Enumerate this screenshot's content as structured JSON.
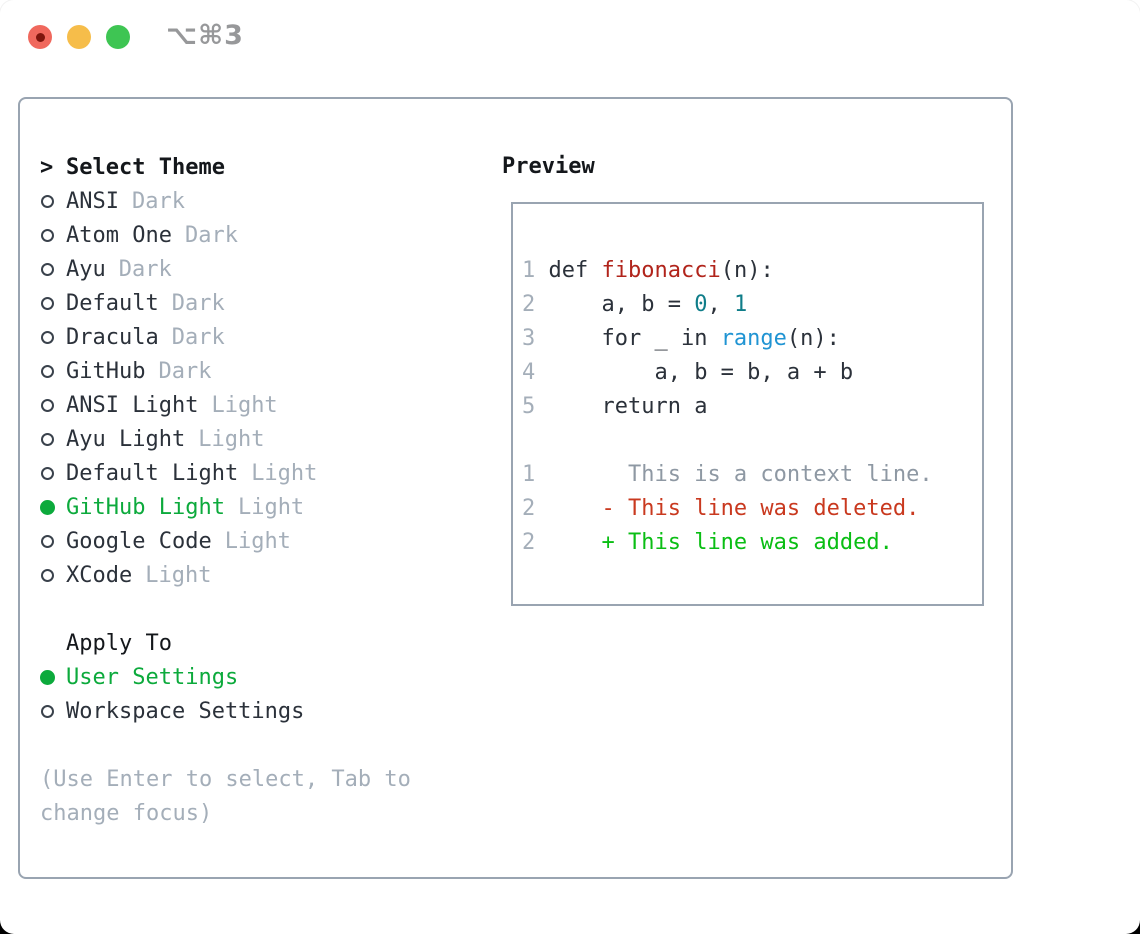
{
  "colors": {
    "ink": "#2b313a",
    "heading": "#14171b",
    "muted": "#a4aeb9",
    "context_gray": "#8e98a3",
    "border_gray": "#99a4b1",
    "ring_gray": "#3a424c",
    "selection_green": "#0caa3c",
    "diff_added_green": "#0abe14",
    "diff_deleted_red": "#c9391f",
    "function_red": "#b1241b",
    "number_teal": "#0f7d89",
    "builtin_blue": "#2094d3",
    "traffic_red": "#f0685d",
    "traffic_red_dot": "#7e150d",
    "traffic_yellow": "#f6bd4a",
    "traffic_green": "#3ec553",
    "shortcut_gray": "#97989a"
  },
  "window": {
    "shortcut_label": "⌥⌘3",
    "traffic_lights": [
      "close",
      "minimize",
      "zoom"
    ]
  },
  "theme_picker": {
    "cursor": ">",
    "title": "Select Theme",
    "items": [
      {
        "name": "ANSI",
        "variant": "Dark",
        "selected": false
      },
      {
        "name": "Atom One",
        "variant": "Dark",
        "selected": false
      },
      {
        "name": "Ayu",
        "variant": "Dark",
        "selected": false
      },
      {
        "name": "Default",
        "variant": "Dark",
        "selected": false
      },
      {
        "name": "Dracula",
        "variant": "Dark",
        "selected": false
      },
      {
        "name": "GitHub",
        "variant": "Dark",
        "selected": false
      },
      {
        "name": "ANSI Light",
        "variant": "Light",
        "selected": false
      },
      {
        "name": "Ayu Light",
        "variant": "Light",
        "selected": false
      },
      {
        "name": "Default Light",
        "variant": "Light",
        "selected": false
      },
      {
        "name": "GitHub Light",
        "variant": "Light",
        "selected": true
      },
      {
        "name": "Google Code",
        "variant": "Light",
        "selected": false
      },
      {
        "name": "XCode",
        "variant": "Light",
        "selected": false
      }
    ],
    "apply_to": {
      "title": "Apply To",
      "options": [
        {
          "label": "User Settings",
          "selected": true
        },
        {
          "label": "Workspace Settings",
          "selected": false
        }
      ]
    },
    "hint_lines": [
      "(Use Enter to select, Tab to",
      "change focus)"
    ]
  },
  "preview": {
    "title": "Preview",
    "lines": [
      {
        "num": "1",
        "tokens": [
          {
            "text": "def ",
            "style": "plain"
          },
          {
            "text": "fibonacci",
            "style": "function"
          },
          {
            "text": "(n):",
            "style": "plain"
          }
        ]
      },
      {
        "num": "2",
        "tokens": [
          {
            "text": "    a, b = ",
            "style": "plain"
          },
          {
            "text": "0",
            "style": "number"
          },
          {
            "text": ", ",
            "style": "plain"
          },
          {
            "text": "1",
            "style": "number"
          }
        ]
      },
      {
        "num": "3",
        "tokens": [
          {
            "text": "    for _ in ",
            "style": "plain"
          },
          {
            "text": "range",
            "style": "builtin"
          },
          {
            "text": "(n):",
            "style": "plain"
          }
        ]
      },
      {
        "num": "4",
        "tokens": [
          {
            "text": "        a, b = b, a + b",
            "style": "plain"
          }
        ]
      },
      {
        "num": "5",
        "tokens": [
          {
            "text": "    return a",
            "style": "plain"
          }
        ]
      },
      {
        "num": "",
        "tokens": []
      },
      {
        "num": "1",
        "tokens": [
          {
            "text": "      This is a context line.",
            "style": "context"
          }
        ]
      },
      {
        "num": "2",
        "tokens": [
          {
            "text": "    - This line was deleted.",
            "style": "deleted"
          }
        ]
      },
      {
        "num": "2",
        "tokens": [
          {
            "text": "    + This line was added.",
            "style": "added"
          }
        ]
      }
    ]
  }
}
